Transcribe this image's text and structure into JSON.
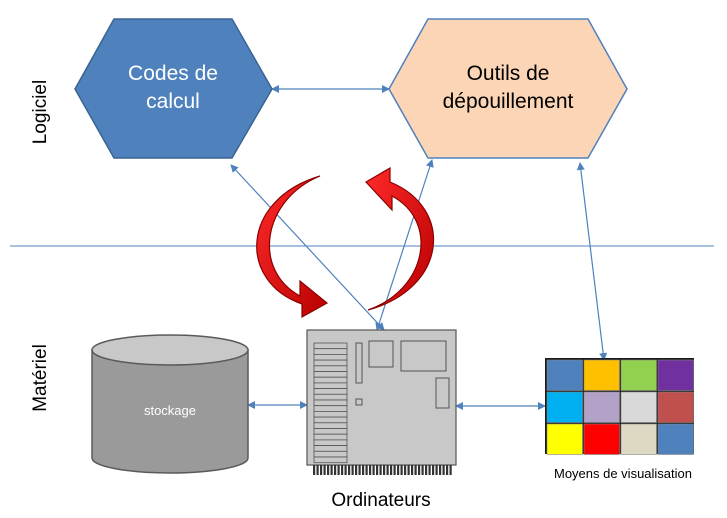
{
  "side_labels": {
    "software": "Logiciel",
    "hardware": "Matériel"
  },
  "nodes": {
    "compute_codes": {
      "line1": "Codes de",
      "line2": "calcul",
      "fill": "#4f81bd",
      "text_color": "#ffffff"
    },
    "post_processing": {
      "line1": "Outils de",
      "line2": "dépouillement",
      "fill": "#fbd5b5",
      "text_color": "#000000"
    },
    "storage": {
      "label": "stockage",
      "fill": "#9a9a9a"
    },
    "computers": {
      "label": "Ordinateurs",
      "fill": "#c8c8c8"
    },
    "visualization": {
      "label": "Moyens de visualisation",
      "palette": [
        [
          "#4f81bd",
          "#ffc000",
          "#92d050",
          "#7030a0"
        ],
        [
          "#00b0f0",
          "#b3a2c7",
          "#d9d9d9",
          "#c0504d"
        ],
        [
          "#ffff00",
          "#ff0000",
          "#ddd9c3",
          "#4f81bd"
        ]
      ]
    }
  },
  "colors": {
    "arrow": "#4f81bd",
    "divider": "#4f81bd",
    "cycle_arrow": "#e00000"
  }
}
